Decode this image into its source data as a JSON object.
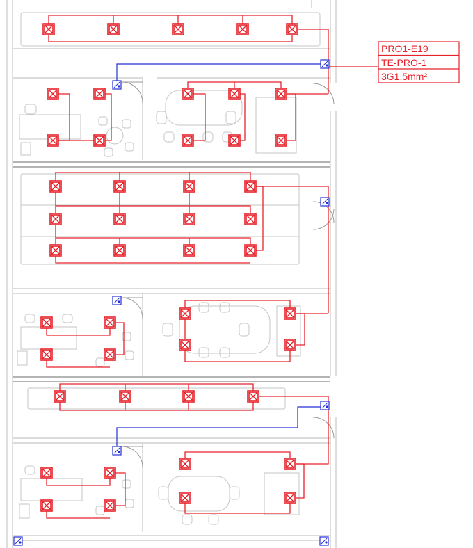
{
  "circuit_label": {
    "lines": [
      "PRO1-E19",
      "TE-PRO-1",
      "3G1,5mm²"
    ]
  },
  "colors": {
    "luminaire": "#e8222b",
    "switch_wiring": "#2430d6",
    "walls": "#c8c8c8"
  },
  "symbols": {
    "luminaire": "square-cross-luminaire-icon",
    "switch": "switch-box-icon"
  }
}
